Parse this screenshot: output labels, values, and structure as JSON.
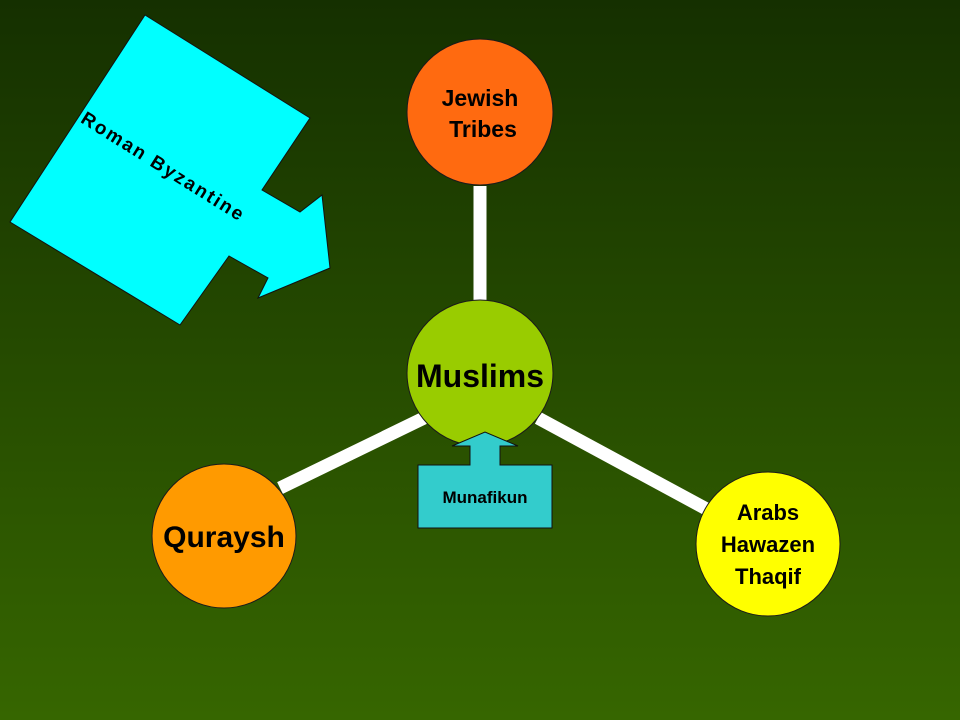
{
  "colors": {
    "background_top": "#153000",
    "background_bottom": "#366600",
    "connector": "#ffffff",
    "outline": "#1a1a1a"
  },
  "nodes": {
    "jewish": {
      "lines": [
        "Jewish",
        "Tribes"
      ],
      "color": "#ff6a10"
    },
    "muslims": {
      "label": "Muslims",
      "color": "#99cc00"
    },
    "quraysh": {
      "label": "Quraysh",
      "color": "#ff9a00"
    },
    "arabs": {
      "lines": [
        "Arabs",
        "Hawazen",
        "Thaqif"
      ],
      "color": "#ffff00"
    }
  },
  "munafikun": {
    "label": "Munafikun",
    "color": "#33cccc"
  },
  "byzantine": {
    "label": "Roman Byzantine",
    "color": "#00ffff"
  }
}
